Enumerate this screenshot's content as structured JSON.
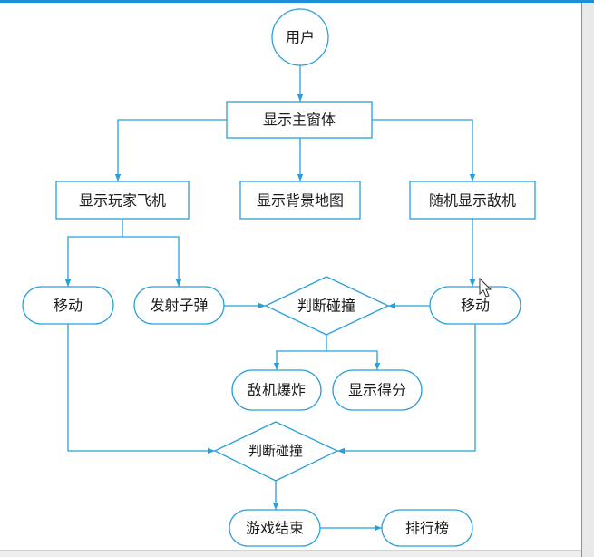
{
  "flowchart": {
    "nodes": {
      "user": {
        "label": "用户"
      },
      "main_window": {
        "label": "显示主窗体"
      },
      "player_plane": {
        "label": "显示玩家飞机"
      },
      "background_map": {
        "label": "显示背景地图"
      },
      "enemy_plane": {
        "label": "随机显示敌机"
      },
      "player_move": {
        "label": "移动"
      },
      "fire_bullet": {
        "label": "发射子弹"
      },
      "collision_check_upper": {
        "label": "判断碰撞"
      },
      "enemy_move": {
        "label": "移动"
      },
      "enemy_explode": {
        "label": "敌机爆炸"
      },
      "show_score": {
        "label": "显示得分"
      },
      "collision_check_lower": {
        "label": "判断碰撞"
      },
      "game_over": {
        "label": "游戏结束"
      },
      "leaderboard": {
        "label": "排行榜"
      }
    }
  },
  "colors": {
    "stroke": "#2b9fd9",
    "text": "#1a1a1a",
    "top_bar": "#1d8fd8",
    "background": "#ffffff"
  },
  "icons": {
    "cursor": "mouse-pointer-icon"
  }
}
